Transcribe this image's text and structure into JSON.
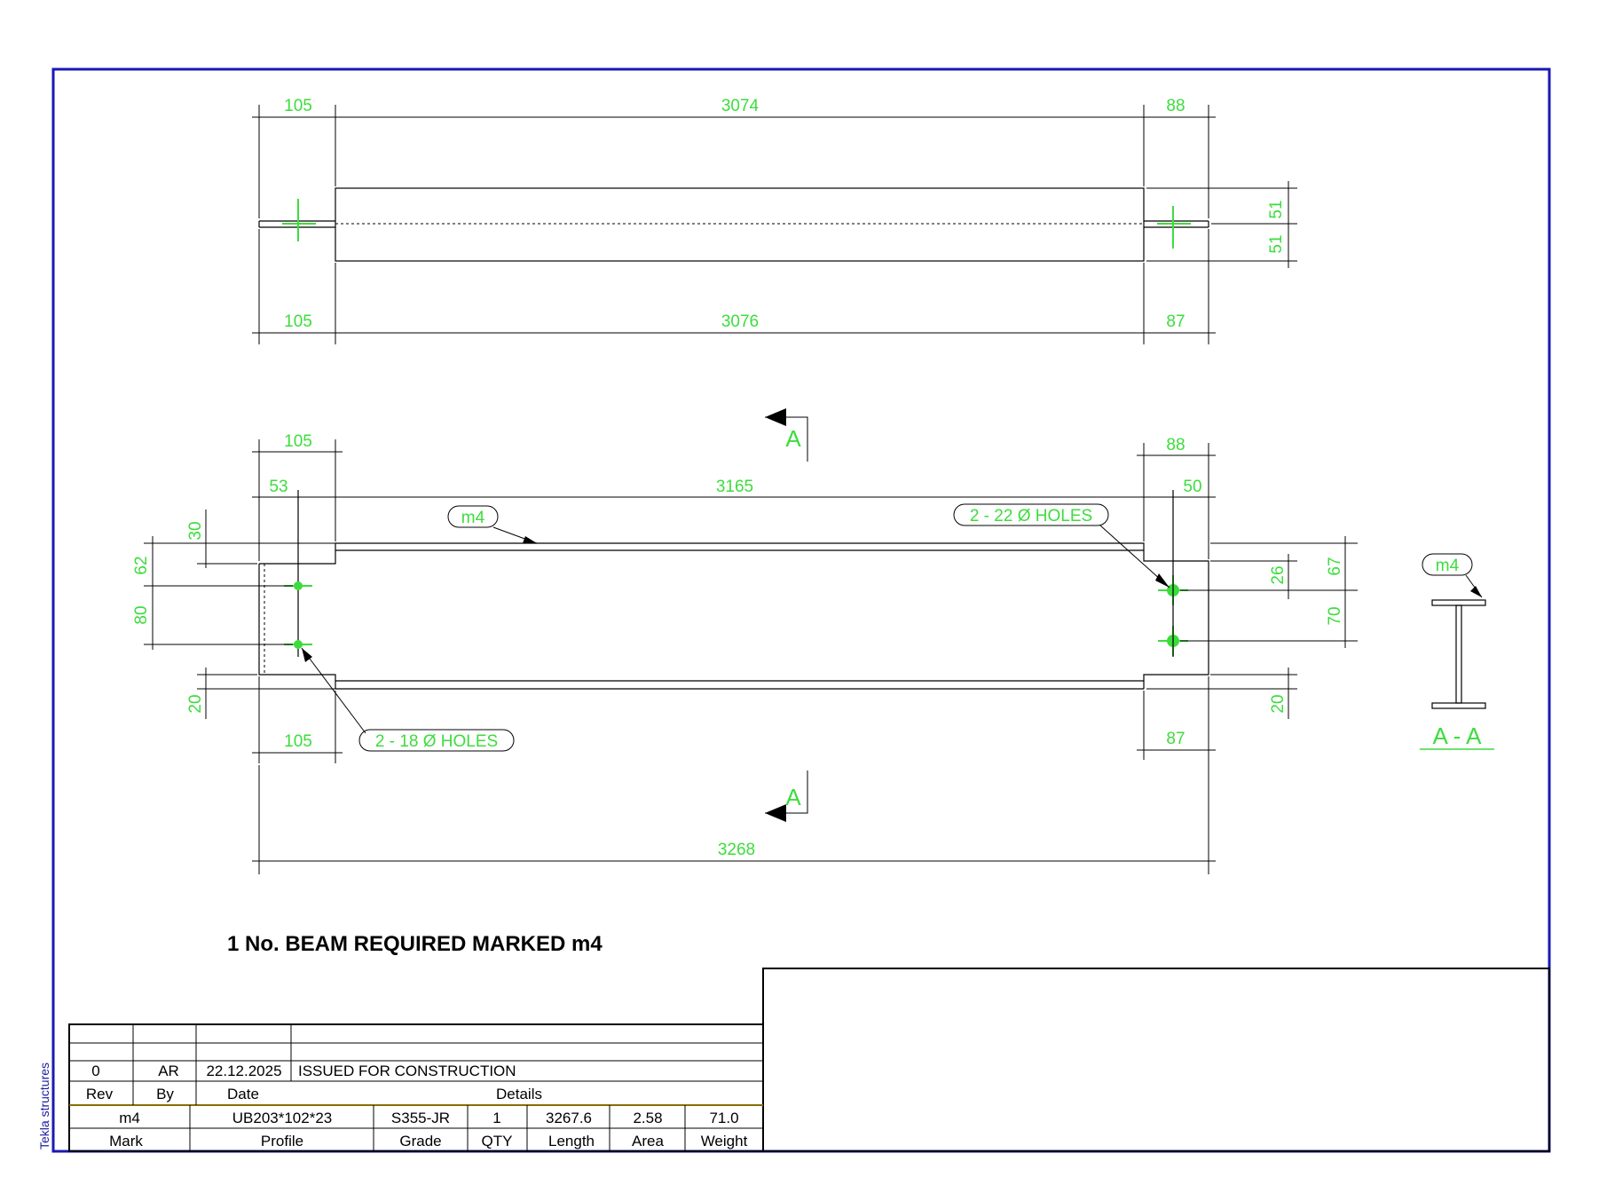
{
  "colors": {
    "frame": "#1a1ab4",
    "dimension": "#3ddc3d",
    "line": "#000000"
  },
  "top_view": {
    "dims_top": [
      "105",
      "3074",
      "88"
    ],
    "dims_bottom": [
      "105",
      "3076",
      "87"
    ],
    "dims_right": [
      "51",
      "51"
    ]
  },
  "front_view": {
    "dims_top": [
      "105",
      "88",
      "53",
      "3165",
      "50"
    ],
    "dims_left": [
      "30",
      "62",
      "80",
      "20"
    ],
    "dims_right": [
      "26",
      "67",
      "70",
      "20"
    ],
    "dims_bottom": [
      "105",
      "87",
      "3268"
    ],
    "part_mark": "m4",
    "tag_holes_left": "2 - 18 Ø HOLES",
    "tag_holes_right": "2 - 22 Ø HOLES",
    "section_letter_top": "A",
    "section_letter_bottom": "A"
  },
  "section_view": {
    "mark": "m4",
    "title": "A - A"
  },
  "note": "1 No. BEAM REQUIRED MARKED m4",
  "sidebar_label": "Tekla structures",
  "revision_table": {
    "row": {
      "rev": "0",
      "by": "AR",
      "date": "22.12.2025",
      "details": "ISSUED FOR CONSTRUCTION"
    },
    "headers": {
      "rev": "Rev",
      "by": "By",
      "date": "Date",
      "details": "Details"
    }
  },
  "part_table": {
    "values": {
      "mark": "m4",
      "profile": "UB203*102*23",
      "grade": "S355-JR",
      "qty": "1",
      "length": "3267.6",
      "area": "2.58",
      "weight": "71.0"
    },
    "headers": {
      "mark": "Mark",
      "profile": "Profile",
      "grade": "Grade",
      "qty": "QTY",
      "length": "Length",
      "area": "Area",
      "weight": "Weight"
    }
  }
}
